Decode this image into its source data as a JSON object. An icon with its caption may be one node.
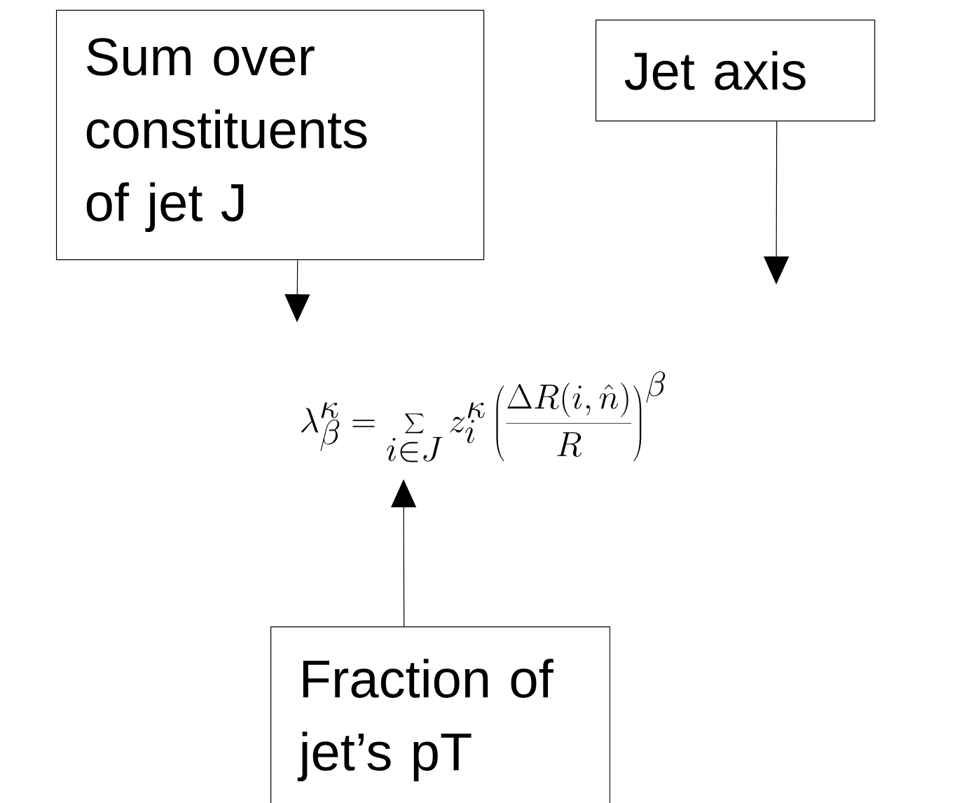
{
  "diagram": {
    "nodes": [
      {
        "text": [
          "Sum over constituents of jet J"
        ]
      },
      {
        "text": [
          "Jet axis"
        ]
      },
      {
        "text": [
          "Fraction of jet’s pT"
        ]
      }
    ],
    "edges": [
      {
        "from": 0,
        "to": null,
        "arrow": "to"
      },
      {
        "from": 1,
        "to": null,
        "arrow": "to"
      },
      {
        "from": 2,
        "to": null,
        "arrow": "to"
      }
    ],
    "labels": [
      "\\lambda_\\beta^\\kappa = \\sum_{i\\in J} z_i^\\kappa \\left(\\frac{\\Delta R(i,\\hat{n})}{R}\\right)^\\beta"
    ]
  }
}
